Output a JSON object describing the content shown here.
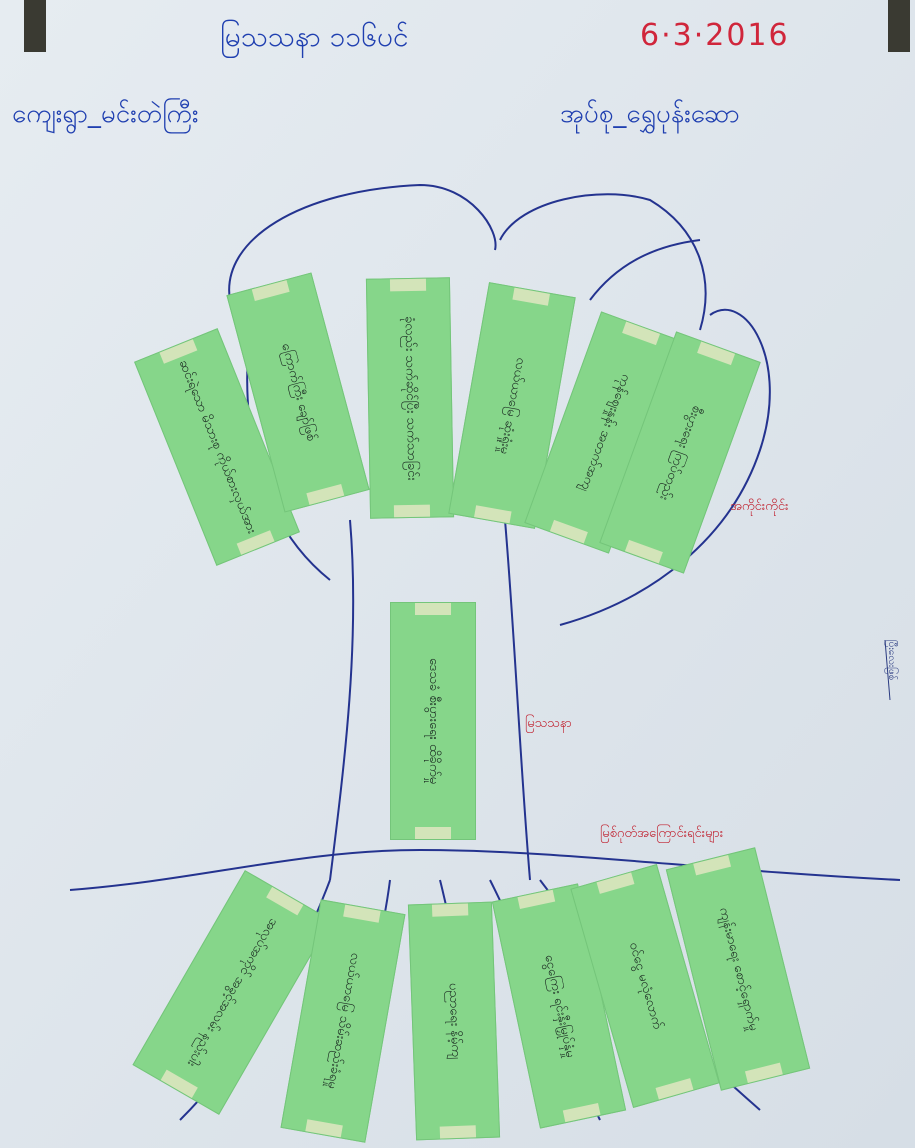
{
  "header": {
    "title": "မြသသနာ ၁၁၆ပင်",
    "date": "6·3·2016",
    "village": "ကျေးရွာ_မင်းတဲကြီး",
    "group": "အုပ်စု_ရွှေပုန်းဆော"
  },
  "labels": {
    "branches": "အကိုင်းကိုင်း",
    "trunk": "မြသသနာ",
    "roots": "မြစ်ဂုတ်အကြောင်းရင်းများ",
    "side_note": "ပြီးလေးဖြစ်"
  },
  "cards": {
    "branch_1": "ဆင်းရဲသော မိသားစု ကိုယ်စားလှယ်အား",
    "branch_2": "ကြောက်ကြီး ချော်ဖြစ်",
    "branch_3": "ခုံလည်း သက်ဆိုင်ပြီး သက်သာခြင်း",
    "branch_4": "လယ်ယာမြေ ဆုံးရှုံးမှု",
    "branch_5": "ကုန်ဈေးနှုန်း အတက်အကျ",
    "branch_6": "စီးပွားရေး ကြပ်တည်း",
    "trunk": "ဒေသခံ စီးပွားရေး ထိခိုက်မှု",
    "root_1": "အလုပ်အကိုင် အခွင့်အလမ်း နည်းပါး",
    "root_2": "လယ်ယာမြေ သိမ်းဆည်းခံရမှု",
    "root_3": "ပညာရေး နိမ့်ကျ",
    "root_4": "ငွေကြေး ရင်းနှီးမြှုပ်နှံမှု",
    "root_5": "ဝင်ငွေ မလုံလောက်",
    "root_6": "ကျန်းမာရေး စောင့်ရှောက်မှု"
  },
  "colors": {
    "paper": "#dfe6ec",
    "card": "#86d68a",
    "ink_blue": "#1f3fb0",
    "ink_red": "#d0263b"
  }
}
